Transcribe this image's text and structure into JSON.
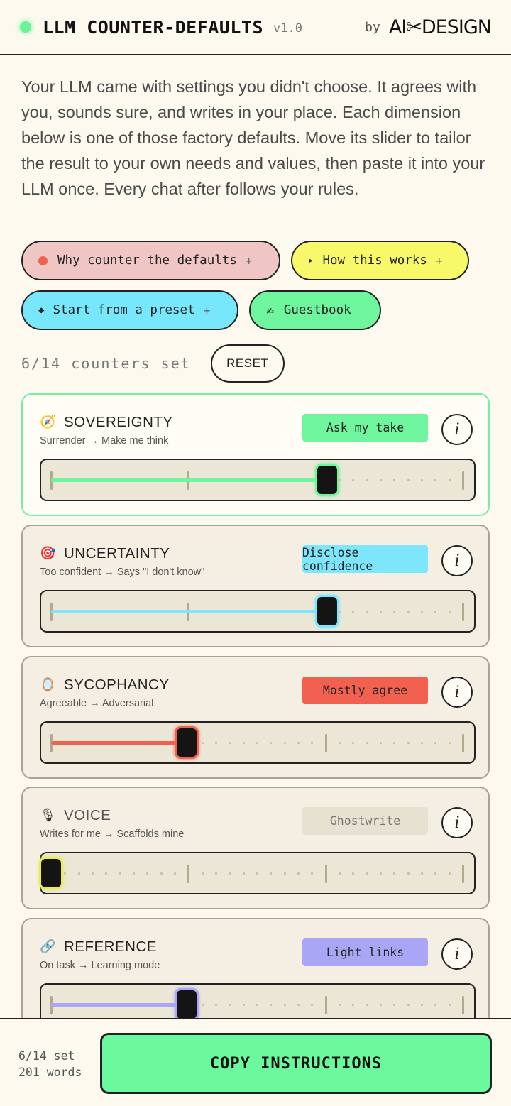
{
  "header": {
    "title": "LLM COUNTER-DEFAULTS",
    "version": "v1.0",
    "by": "by",
    "brand": "AI✂DESIGN",
    "status_color": "#6cf39a"
  },
  "intro": "Your LLM came with settings you didn't choose. It agrees with you, sounds sure, and writes in your place. Each dimension below is one of those factory defaults. Move its slider to tailor the result to your own needs and values, then paste it into your LLM once. Every chat after follows your rules.",
  "pills": {
    "why": {
      "label": "Why counter the defaults",
      "plus": "+",
      "color": "#efc6c3"
    },
    "how": {
      "label": "How this works",
      "plus": "+",
      "bullet": "▸",
      "color": "#f7f86a"
    },
    "preset": {
      "label": "Start from a preset",
      "plus": "+",
      "bullet": "◆",
      "color": "#78e6fb"
    },
    "guestbook": {
      "label": "Guestbook",
      "icon": "✍",
      "color": "#6ef59d"
    }
  },
  "counters": {
    "text": "6/14 counters set",
    "reset_label": "RESET"
  },
  "cards": [
    {
      "icon": "🧭",
      "icon_name": "compass-icon",
      "title": "SOVEREIGNTY",
      "subtitle": "Surrender → Make me think",
      "tag": "Ask my take",
      "tag_color": "#6ef59d",
      "accent": "#6ef59d",
      "value": 0.67,
      "active": true
    },
    {
      "icon": "🎯",
      "icon_name": "target-icon",
      "title": "UNCERTAINTY",
      "subtitle": "Too confident → Says \"I don't know\"",
      "tag": "Disclose confidence",
      "tag_color": "#7ee6fb",
      "accent": "#7ee6fb",
      "value": 0.67,
      "active": false
    },
    {
      "icon": "🪞",
      "icon_name": "mirror-icon",
      "title": "SYCOPHANCY",
      "subtitle": "Agreeable → Adversarial",
      "tag": "Mostly agree",
      "tag_color": "#f26150",
      "accent": "#f26150",
      "value": 0.33,
      "active": false
    },
    {
      "icon": "🎙",
      "icon_name": "microphone-icon",
      "title": "VOICE",
      "subtitle": "Writes for me → Scaffolds mine",
      "tag": "Ghostwrite",
      "tag_color": "#e7e1d1",
      "accent": "#e8ec5a",
      "value": 0.0,
      "active": false,
      "muted": true
    },
    {
      "icon": "🔗",
      "icon_name": "link-icon",
      "title": "REFERENCE",
      "subtitle": "On task → Learning mode",
      "tag": "Light links",
      "tag_color": "#a9a6f5",
      "accent": "#a9a6f5",
      "value": 0.33,
      "active": false
    }
  ],
  "footer": {
    "set_text": "6/14 set",
    "words_text": "201 words",
    "copy_label": "COPY INSTRUCTIONS"
  }
}
